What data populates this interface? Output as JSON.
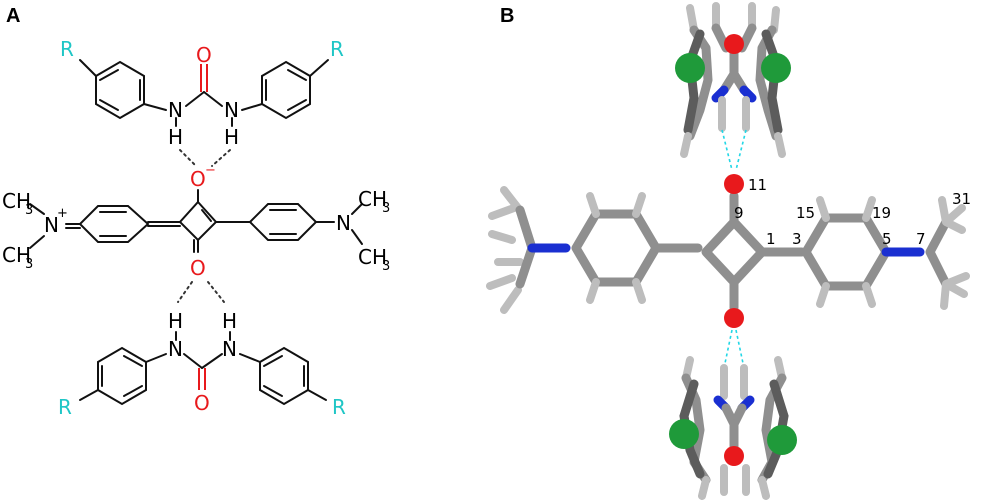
{
  "panels": {
    "a": {
      "label": "A"
    },
    "b": {
      "label": "B"
    }
  },
  "panel_a_atoms": {
    "r": "R",
    "o": "O",
    "o_minus": "O",
    "minus": "−",
    "n": "N",
    "h": "H",
    "n_plus": "N",
    "plus": "+",
    "c": "C",
    "h3_sub": "3",
    "ch3": "CH"
  },
  "panel_b_numbers": [
    "11",
    "9",
    "15",
    "19",
    "1",
    "3",
    "5",
    "7",
    "31"
  ],
  "colors": {
    "oxygen": "#e8191c",
    "r_group": "#1fc6c6",
    "nitrogen": "#1a2fd1",
    "carbon": "#8f8f8f",
    "chlorine": "#1f9a3a",
    "hydrogen_bond": "#21d7e6"
  }
}
